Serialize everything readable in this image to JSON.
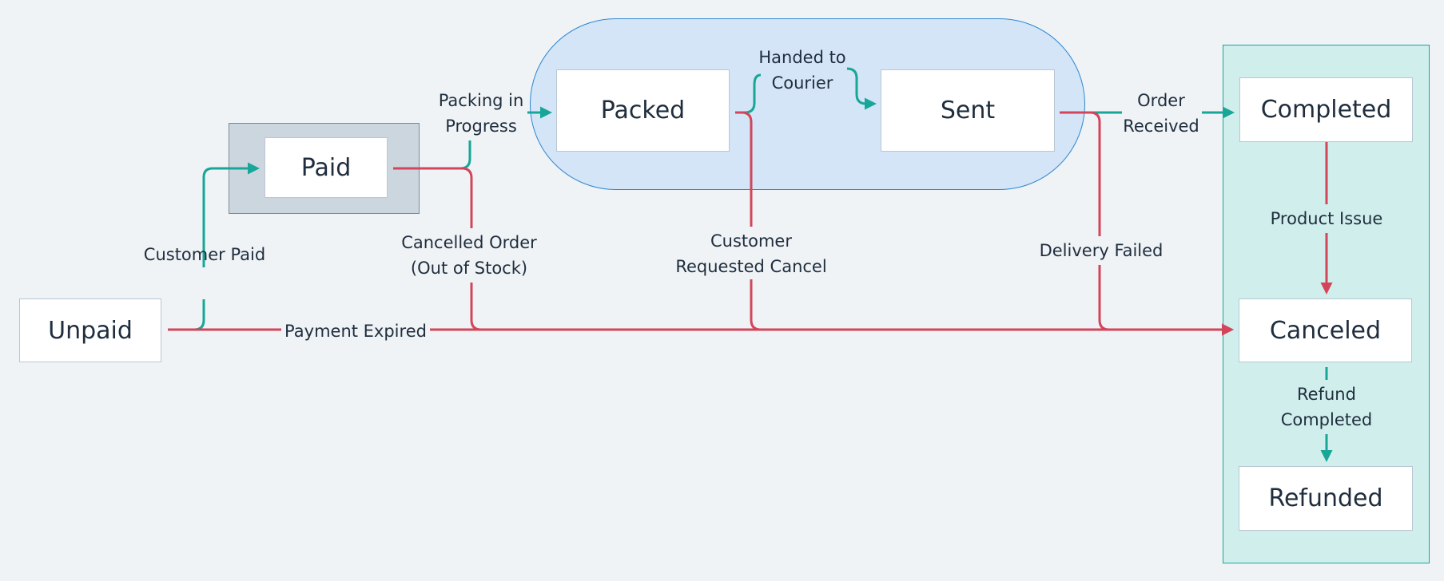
{
  "diagram": {
    "groups": {
      "paid_group": "",
      "in_transit_group": "",
      "final_group": ""
    },
    "states": {
      "unpaid": "Unpaid",
      "paid": "Paid",
      "packed": "Packed",
      "sent": "Sent",
      "completed": "Completed",
      "canceled": "Canceled",
      "refunded": "Refunded"
    },
    "transitions": {
      "customer_paid": "Customer Paid",
      "payment_expired": "Payment Expired",
      "packing_in_progress": "Packing in\nProgress",
      "cancelled_out_of_stock": "Cancelled Order\n(Out of Stock)",
      "handed_to_courier": "Handed to\nCourier",
      "customer_requested_cancel": "Customer\nRequested Cancel",
      "delivery_failed": "Delivery Failed",
      "order_received": "Order\nReceived",
      "product_issue": "Product Issue",
      "refund_completed": "Refund\nCompleted"
    },
    "colors": {
      "background": "#eff3f6",
      "success_edge": "#17a697",
      "cancel_edge": "#d2455a",
      "paid_group_fill": "#ccd6df",
      "transit_group_fill": "#d3e5f6",
      "final_group_fill": "#d0efec"
    }
  }
}
